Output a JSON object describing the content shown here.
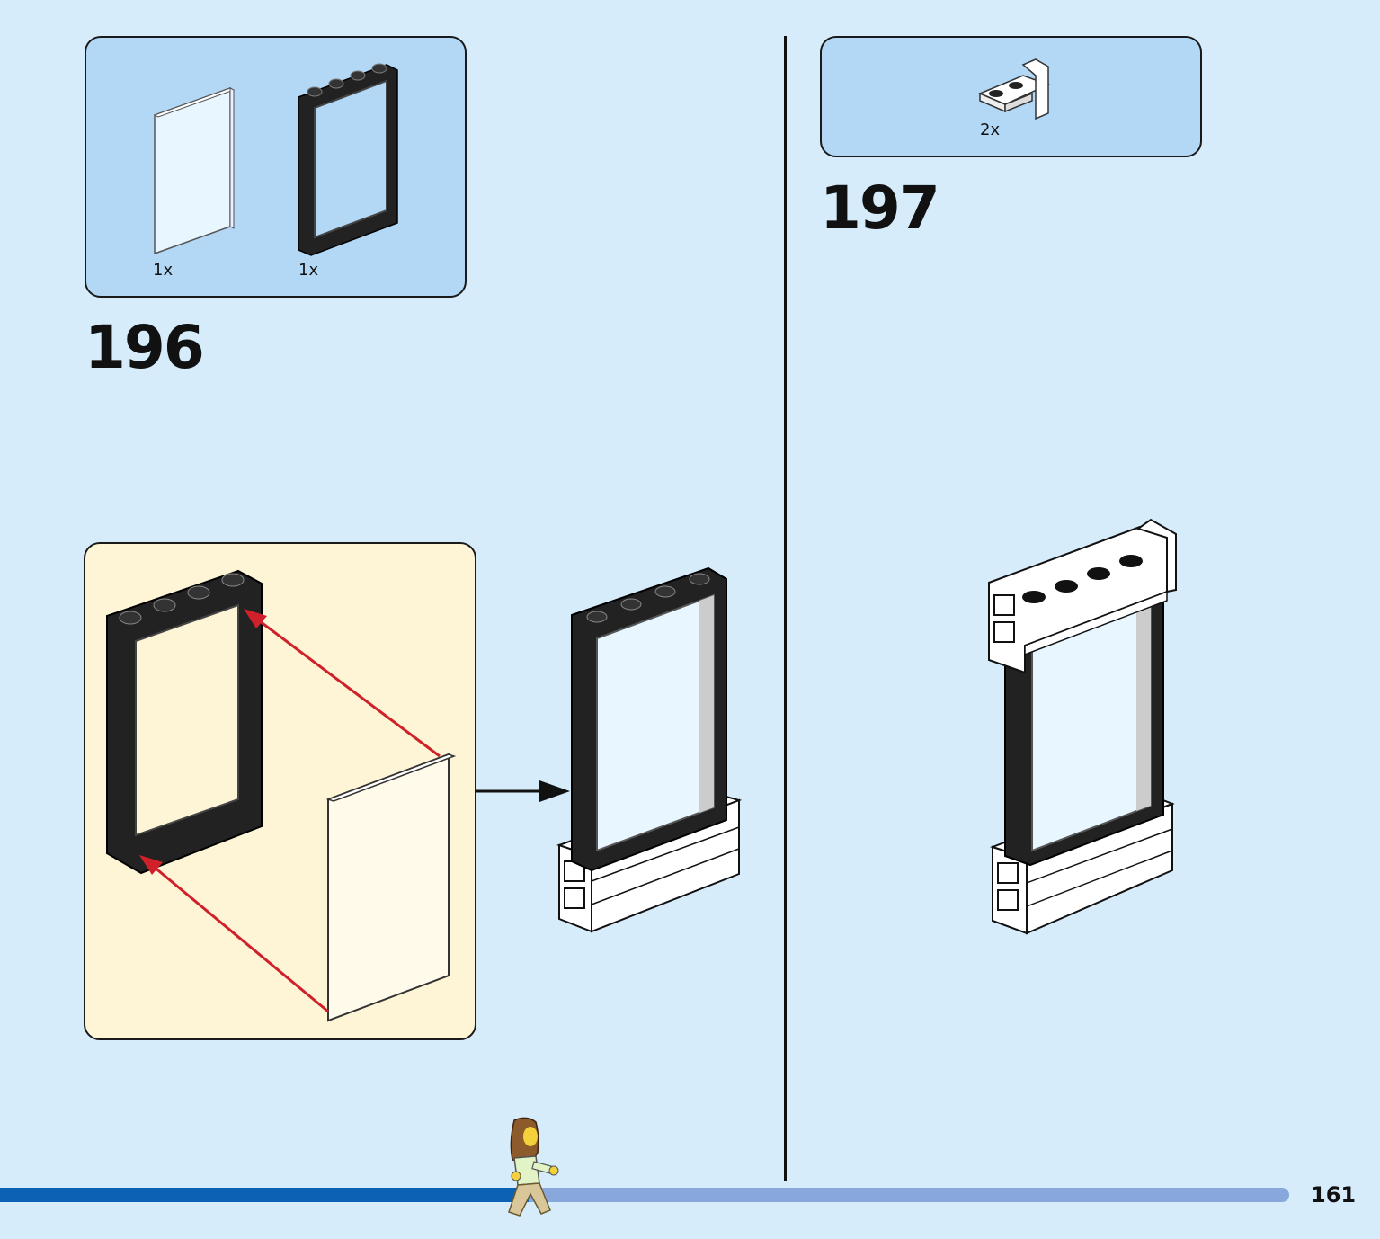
{
  "steps": [
    {
      "number": "196",
      "parts": [
        {
          "qty": "1x",
          "icon": "transparent-glass-pane"
        },
        {
          "qty": "1x",
          "icon": "black-window-frame"
        }
      ]
    },
    {
      "number": "197",
      "parts": [
        {
          "qty": "2x",
          "icon": "white-bracket-plate"
        }
      ]
    }
  ],
  "page": {
    "number": "161",
    "progress": 0.41
  },
  "colors": {
    "background": "#d6ecfb",
    "parts_box": "#b3d8f5",
    "callout": "#fef5d6",
    "arrow_red": "#d0212a",
    "progress_done": "#0b62b4",
    "progress_todo": "#88a8dc"
  }
}
